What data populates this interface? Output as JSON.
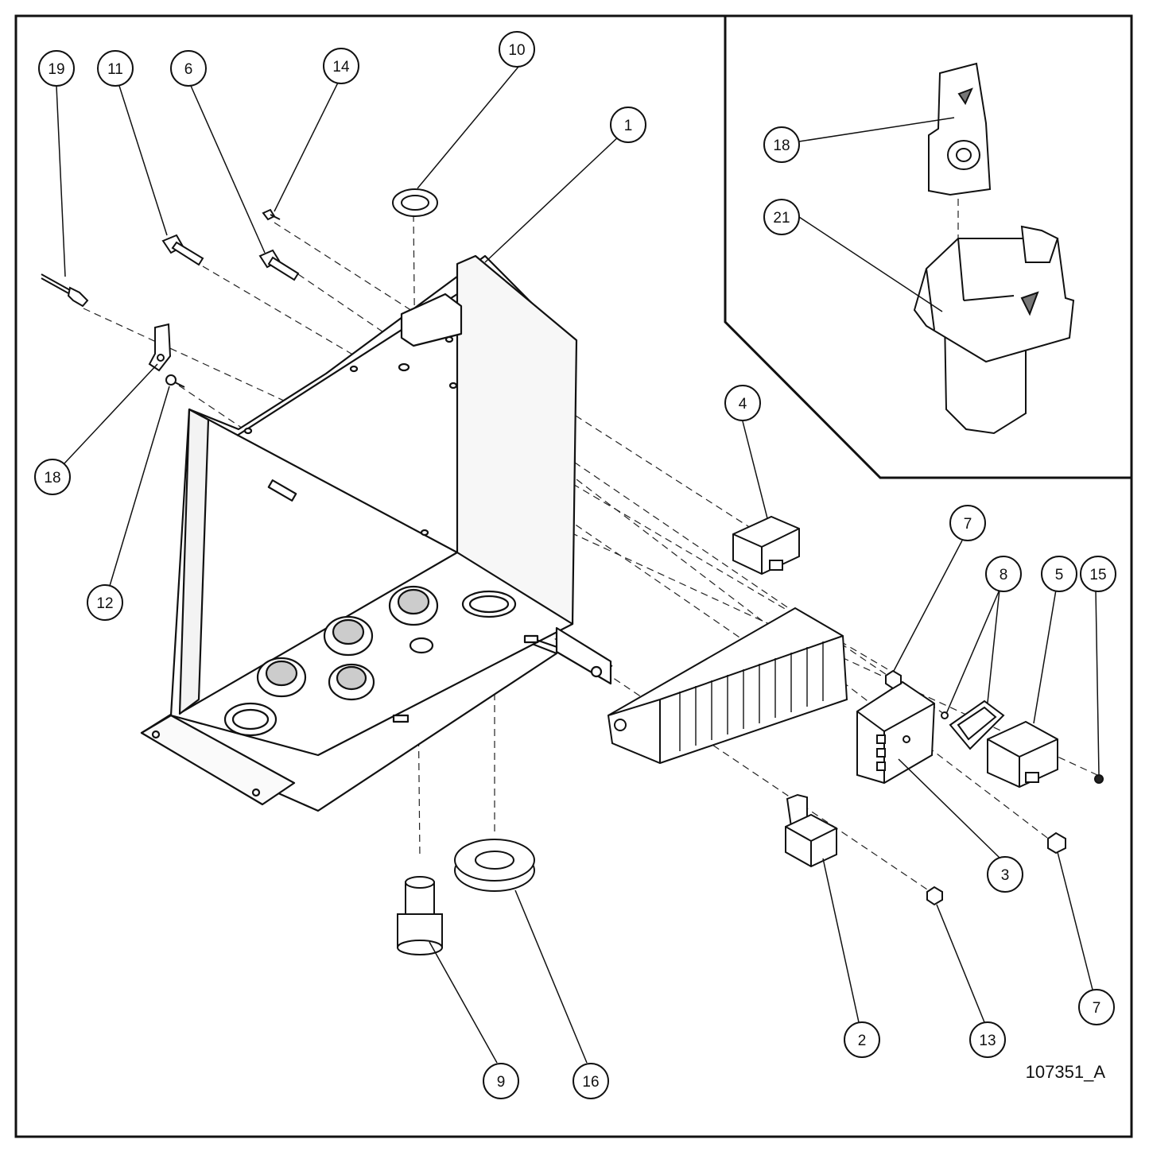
{
  "figure": {
    "id": "107351_A",
    "colors": {
      "ink": "#111111",
      "paper": "#ffffff"
    }
  },
  "callouts": [
    {
      "label": "19"
    },
    {
      "label": "11"
    },
    {
      "label": "6"
    },
    {
      "label": "14"
    },
    {
      "label": "10"
    },
    {
      "label": "1"
    },
    {
      "label": "18"
    },
    {
      "label": "12"
    },
    {
      "label": "4"
    },
    {
      "label": "7"
    },
    {
      "label": "8"
    },
    {
      "label": "5"
    },
    {
      "label": "15"
    },
    {
      "label": "3"
    },
    {
      "label": "2"
    },
    {
      "label": "13"
    },
    {
      "label": "7"
    },
    {
      "label": "9"
    },
    {
      "label": "16"
    },
    {
      "label": "18"
    },
    {
      "label": "21"
    }
  ]
}
